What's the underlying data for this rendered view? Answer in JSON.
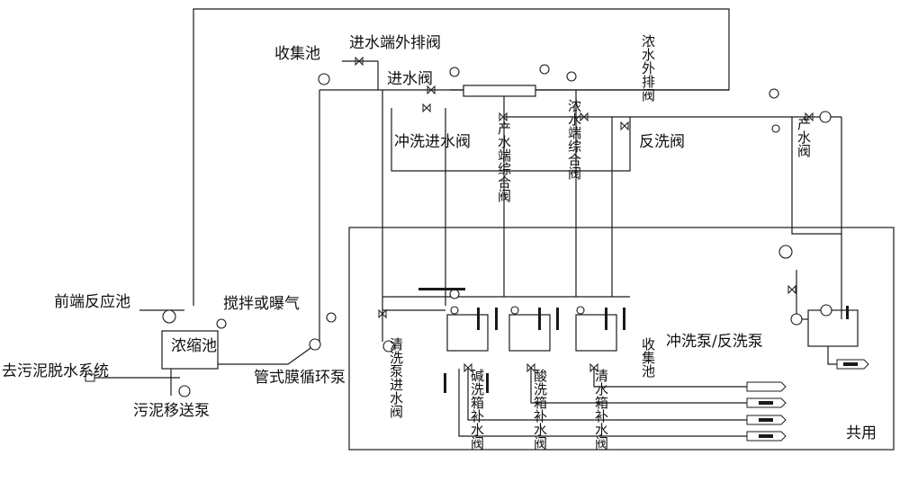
{
  "labels": {
    "collection_pool": "收集池",
    "inlet_discharge_valve": "进水端外排阀",
    "inlet_valve": "进水阀",
    "flush_inlet_valve": "冲洗进水阀",
    "backwash_valve": "反洗阀",
    "product_water_valve": "产水阀",
    "product_end_combined_valve": "产水端综合阀",
    "concentrate_end_combined_valve": "浓水端综合阀",
    "concentrate_discharge_valve": "浓水外排阀",
    "front_reaction_pool": "前端反应池",
    "concentration_pool": "浓缩池",
    "stir_or_aerate": "搅拌或曝气",
    "sludge_dewatering": "去污泥脱水系统",
    "sludge_transfer_pump": "污泥移送泵",
    "tubular_membrane_loop_pump": "管式膜循环泵",
    "cleaning_pump_inlet_valve": "清洗泵进水阀",
    "alkali_tank_fill_valve": "碱洗箱补水阀",
    "acid_tank_fill_valve": "酸洗箱补水阀",
    "clean_tank_fill_valve": "清水箱补水阀",
    "collection_pool_lower": "收集池",
    "flush_backwash_pump": "冲洗泵/反洗泵",
    "shared": "共用"
  },
  "legend_colors": {
    "line": "#1a1a1a",
    "text": "#111111"
  }
}
